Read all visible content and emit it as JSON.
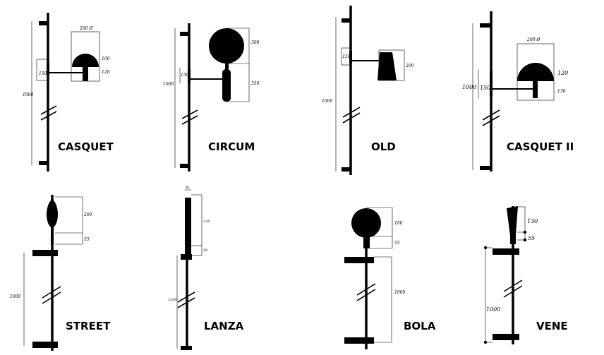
{
  "lamps": [
    {
      "name": "CASQUET",
      "dims": [
        "200 Ø",
        "100",
        "120",
        "150",
        "1000"
      ]
    },
    {
      "name": "CIRCUM",
      "dims": [
        "300",
        "350",
        "150",
        "1000"
      ]
    },
    {
      "name": "OLD",
      "dims": [
        "150",
        "200",
        "1000"
      ]
    },
    {
      "name": "CASQUET II",
      "dims": [
        "200 Ø",
        "120",
        "130",
        "150",
        "1000"
      ]
    },
    {
      "name": "STREET",
      "dims": [
        "200",
        "55",
        "1000"
      ]
    },
    {
      "name": "LANZA",
      "dims": [
        "30",
        "230",
        "50",
        "1200"
      ]
    },
    {
      "name": "BOLA",
      "dims": [
        "100",
        "55",
        "1000"
      ]
    },
    {
      "name": "VENE",
      "dims": [
        "130",
        "55",
        "1000"
      ]
    }
  ]
}
